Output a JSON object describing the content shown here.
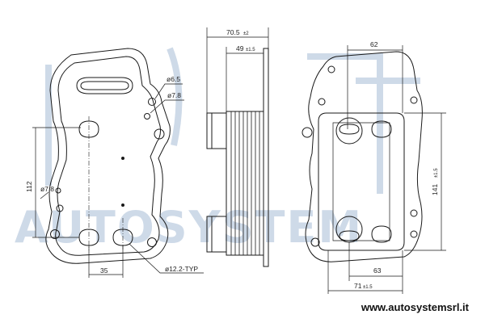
{
  "watermark": {
    "text": "AUTOSYSTEM",
    "color": "#c9d6e6"
  },
  "footer": {
    "url": "www.autosystemsrl.it"
  },
  "front_view": {
    "labels": {
      "d65": "ø6.5",
      "d78_top": "ø7.8",
      "d78_left": "ø7.8",
      "h112": "112",
      "w35": "35",
      "d122": "ø12.2-TYP"
    }
  },
  "side_view": {
    "labels": {
      "w705": "70.5",
      "w705_tol": "±2",
      "w49": "49",
      "w49_tol": "±1.5"
    }
  },
  "back_view": {
    "labels": {
      "w62": "62",
      "h141": "141",
      "h141_tol": "±1.5",
      "w63": "63",
      "w71": "71",
      "w71_tol": "±1.5"
    }
  },
  "colors": {
    "line": "#1a1a1a"
  }
}
